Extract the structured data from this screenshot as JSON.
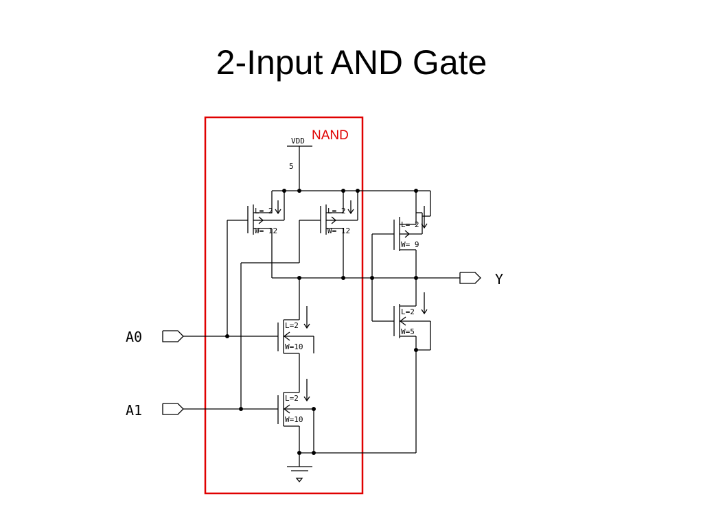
{
  "title": "2-Input AND Gate",
  "highlight": {
    "label": "NAND",
    "color": "#e00000"
  },
  "supply": {
    "name": "VDD",
    "value": "5"
  },
  "inputs": [
    "A0",
    "A1"
  ],
  "output": "Y",
  "transistors": {
    "nand_pmos_1": {
      "l": "L= 2",
      "w": "W= 12"
    },
    "nand_pmos_2": {
      "l": "L= 2",
      "w": "W= 12"
    },
    "nand_nmos_1": {
      "l": "L=2",
      "w": "W=10"
    },
    "nand_nmos_2": {
      "l": "L=2",
      "w": "W=10"
    },
    "inv_pmos": {
      "l": "L= 2",
      "w": "W= 9"
    },
    "inv_nmos": {
      "l": "L=2",
      "w": "W=5"
    }
  }
}
